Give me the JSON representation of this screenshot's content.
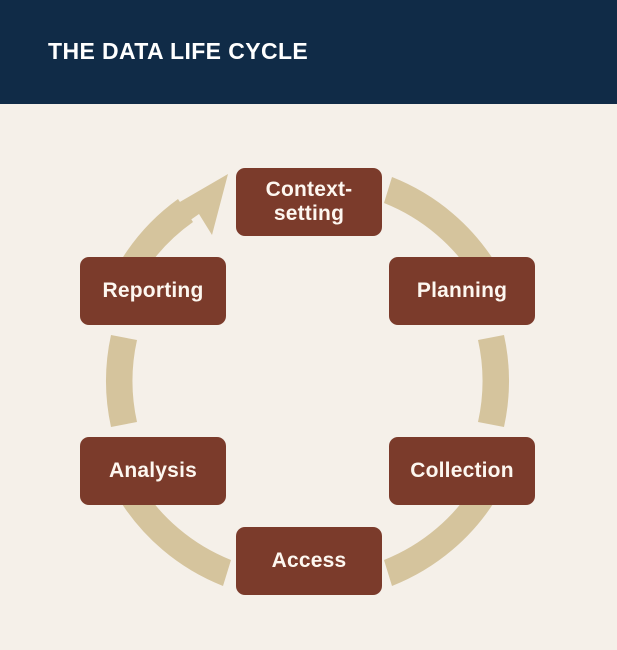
{
  "header": {
    "title": "THE DATA LIFE CYCLE",
    "background_color": "#102b47",
    "text_color": "#ffffff"
  },
  "page": {
    "background_color": "#f5f0e9"
  },
  "diagram": {
    "type": "cycle",
    "direction": "clockwise",
    "node_color": "#7b3b2b",
    "node_text_color": "#fdf7f0",
    "connector_color": "#d5c49d",
    "nodes": [
      {
        "id": "context-setting",
        "label": "Context-\nsetting",
        "line1": "Context-",
        "line2": "setting",
        "position": "top"
      },
      {
        "id": "planning",
        "label": "Planning",
        "position": "upper-right"
      },
      {
        "id": "collection",
        "label": "Collection",
        "position": "lower-right"
      },
      {
        "id": "access",
        "label": "Access",
        "position": "bottom"
      },
      {
        "id": "analysis",
        "label": "Analysis",
        "position": "lower-left"
      },
      {
        "id": "reporting",
        "label": "Reporting",
        "position": "upper-left"
      }
    ],
    "connectors": [
      {
        "from": "context-setting",
        "to": "planning",
        "style": "arc"
      },
      {
        "from": "planning",
        "to": "collection",
        "style": "arc"
      },
      {
        "from": "collection",
        "to": "access",
        "style": "arc"
      },
      {
        "from": "access",
        "to": "analysis",
        "style": "arc"
      },
      {
        "from": "analysis",
        "to": "reporting",
        "style": "arc"
      },
      {
        "from": "reporting",
        "to": "context-setting",
        "style": "arrow"
      }
    ]
  }
}
